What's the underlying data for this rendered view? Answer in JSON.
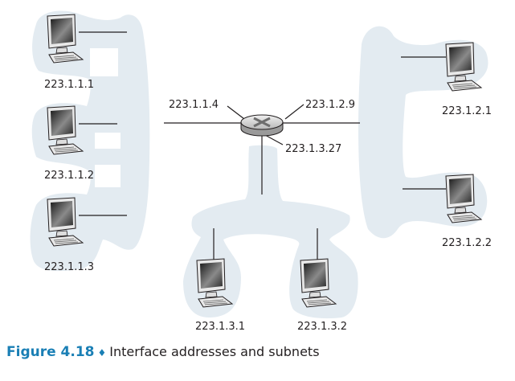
{
  "diagram": {
    "colors": {
      "subnet_fill": "#e3ebf1",
      "line": "#231f20",
      "caption_accent": "#1a7fb5"
    },
    "router": {
      "icon": "router-icon",
      "interfaces": [
        {
          "id": "if1",
          "address": "223.1.1.4",
          "subnet": "subnet-1"
        },
        {
          "id": "if2",
          "address": "223.1.2.9",
          "subnet": "subnet-2"
        },
        {
          "id": "if3",
          "address": "223.1.3.27",
          "subnet": "subnet-3"
        }
      ]
    },
    "hosts": [
      {
        "address": "223.1.1.1",
        "subnet": "subnet-1"
      },
      {
        "address": "223.1.1.2",
        "subnet": "subnet-1"
      },
      {
        "address": "223.1.1.3",
        "subnet": "subnet-1"
      },
      {
        "address": "223.1.2.1",
        "subnet": "subnet-2"
      },
      {
        "address": "223.1.2.2",
        "subnet": "subnet-2"
      },
      {
        "address": "223.1.3.1",
        "subnet": "subnet-3"
      },
      {
        "address": "223.1.3.2",
        "subnet": "subnet-3"
      }
    ]
  },
  "caption": {
    "figure_label": "Figure 4.18",
    "separator": "♦",
    "text": "Interface addresses and subnets"
  }
}
